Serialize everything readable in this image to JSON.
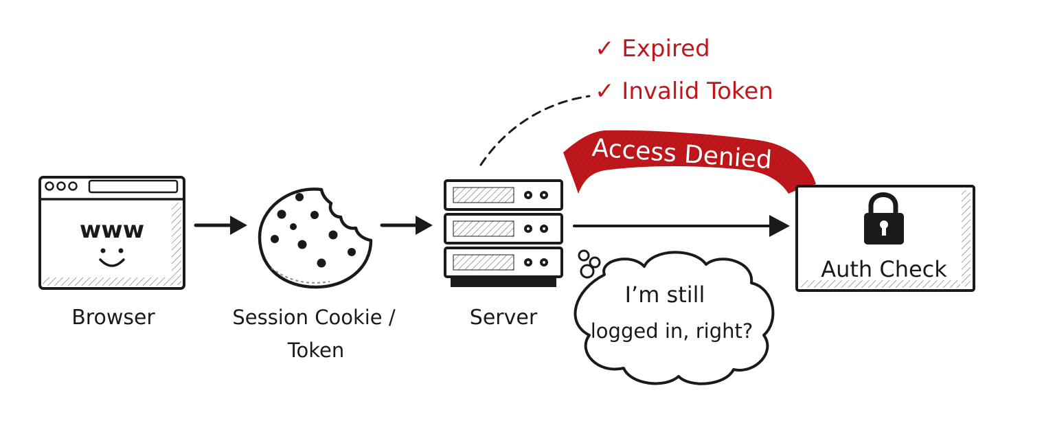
{
  "nodes": {
    "browser": {
      "label": "Browser",
      "screen_text": "www"
    },
    "cookie": {
      "label_line1": "Session Cookie /",
      "label_line2": "Token"
    },
    "server": {
      "label": "Server"
    },
    "auth": {
      "label": "Auth Check"
    }
  },
  "annotations": {
    "check1": "✓ Expired",
    "check2": "✓ Invalid Token",
    "banner": "Access Denied",
    "thought_line1": "I’m still",
    "thought_line2": "logged in, right?"
  },
  "colors": {
    "accent": "#c0171d",
    "ink": "#1a1a1a",
    "paper": "#ffffff"
  }
}
